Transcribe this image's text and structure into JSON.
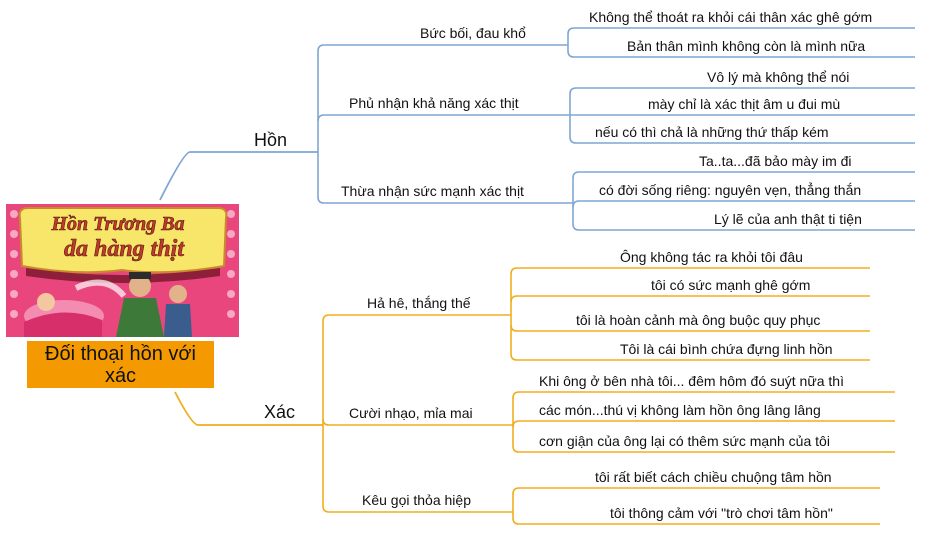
{
  "central": {
    "title": "Đối thoại hồn với xác",
    "image": {
      "title_line1": "Hồn Trương Ba",
      "title_line2": "da hàng thịt"
    }
  },
  "colors": {
    "hon": "#7fa6d3",
    "xac": "#f0ad1e",
    "central_bg": "#f49a00",
    "poster_bg": "#e9467d",
    "banner": "#f7e66a"
  },
  "branches": [
    {
      "key": "hon",
      "label": "Hồn",
      "children": [
        {
          "label": "Bức bối, đau khổ",
          "leaves": [
            "Không thể thoát ra khỏi cái thân xác ghê gớm",
            "Bản thân mình không còn là mình nữa"
          ]
        },
        {
          "label": "Phủ nhận khả năng xác thịt",
          "leaves": [
            "Vô lý mà không thể nói",
            "mày chỉ là xác thịt âm u đui mù",
            "nếu có thì chả là những thứ thấp kém"
          ]
        },
        {
          "label": "Thừa nhận sức mạnh xác thịt",
          "leaves": [
            "Ta..ta...đã bảo mày im đi",
            "có đời sống riêng: nguyên vẹn, thẳng thắn",
            "Lý lẽ của anh thật ti tiện"
          ]
        }
      ]
    },
    {
      "key": "xac",
      "label": "Xác",
      "children": [
        {
          "label": "Hả hê, thắng thế",
          "leaves": [
            "Ông không tác ra khỏi tôi đâu",
            "tôi có sức mạnh ghê gớm",
            "tôi là hoàn cảnh mà ông buộc quy phục",
            "Tôi là cái bình chứa đựng linh hồn"
          ]
        },
        {
          "label": "Cười nhạo, mỉa mai",
          "leaves": [
            "Khi ông ở bên nhà tôi... đêm hôm đó suýt nữa thì",
            "các món...thú vị không làm hồn ông lâng lâng",
            "cơn giận của ông lại có thêm sức mạnh của tôi"
          ]
        },
        {
          "label": "Kêu gọi thỏa hiệp",
          "leaves": [
            "tôi rất biết cách chiều chuộng tâm hồn",
            "tôi thông cảm với \"trò chơi tâm hồn\""
          ]
        }
      ]
    }
  ]
}
